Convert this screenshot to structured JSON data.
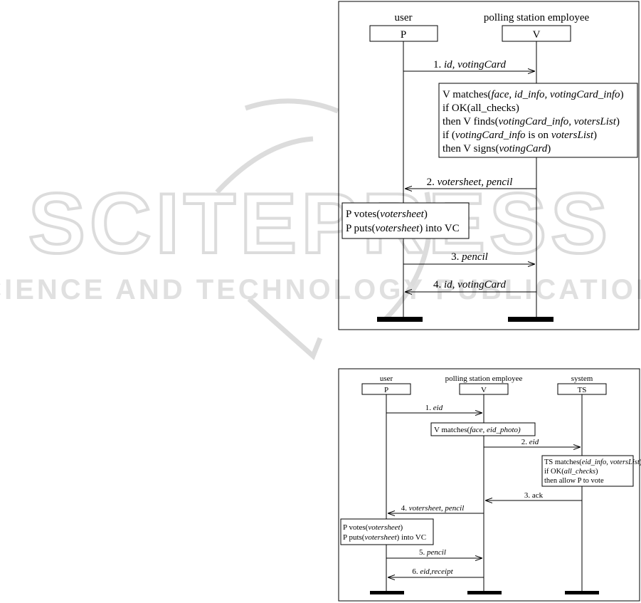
{
  "watermark": {
    "brand": "SCITEPRESS",
    "tagline": "SCIENCE AND TECHNOLOGY PUBLICATIONS",
    "color": "#d9d9d9"
  },
  "diagram1": {
    "actors": [
      {
        "role": "user",
        "box": "P"
      },
      {
        "role": "polling station employee",
        "box": "V"
      }
    ],
    "messages": [
      {
        "num": "1.",
        "text": "id, votingCard"
      },
      {
        "num": "2.",
        "text": "votersheet, pencil"
      },
      {
        "num": "3.",
        "text": "pencil"
      },
      {
        "num": "4.",
        "text": "id, votingCard"
      }
    ],
    "notes": [
      {
        "lines": [
          [
            {
              "t": "V matches("
            },
            {
              "t": "face, id_info, votingCard_info",
              "i": true
            },
            {
              "t": ")"
            }
          ],
          [
            {
              "t": "if OK(all_checks)"
            }
          ],
          [
            {
              "t": "then V finds("
            },
            {
              "t": "votingCard_info",
              "i": true
            },
            {
              "t": ", "
            },
            {
              "t": "votersList",
              "i": true
            },
            {
              "t": ")"
            }
          ],
          [
            {
              "t": "if ("
            },
            {
              "t": "votingCard_info",
              "i": true
            },
            {
              "t": " is on "
            },
            {
              "t": "votersList",
              "i": true
            },
            {
              "t": ")"
            }
          ],
          [
            {
              "t": "then V signs("
            },
            {
              "t": "votingCard",
              "i": true
            },
            {
              "t": ")"
            }
          ]
        ]
      },
      {
        "lines": [
          [
            {
              "t": "P votes("
            },
            {
              "t": "votersheet",
              "i": true
            },
            {
              "t": ")"
            }
          ],
          [
            {
              "t": "P puts("
            },
            {
              "t": "votersheet",
              "i": true
            },
            {
              "t": ") into VC"
            }
          ]
        ]
      }
    ]
  },
  "diagram2": {
    "actors": [
      {
        "role": "user",
        "box": "P"
      },
      {
        "role": "polling station employee",
        "box": "V"
      },
      {
        "role": "system",
        "box": "TS"
      }
    ],
    "messages": [
      {
        "num": "1.",
        "text": "eid"
      },
      {
        "num": "2.",
        "text": "eid"
      },
      {
        "num": "3.",
        "text": "ack"
      },
      {
        "num": "4.",
        "text": "votersheet, pencil"
      },
      {
        "num": "5.",
        "text": "pencil"
      },
      {
        "num": "6.",
        "text": "eid,receipt"
      }
    ],
    "notes": [
      {
        "lines": [
          [
            {
              "t": "V matches("
            },
            {
              "t": "face",
              "i": true
            },
            {
              "t": ", "
            },
            {
              "t": "eid_photo)",
              "i": true
            }
          ]
        ]
      },
      {
        "lines": [
          [
            {
              "t": "TS matches("
            },
            {
              "t": "eid_info",
              "i": true
            },
            {
              "t": ", "
            },
            {
              "t": "votersList",
              "i": true
            },
            {
              "t": ")"
            }
          ],
          [
            {
              "t": "if OK("
            },
            {
              "t": "all_checks",
              "i": true
            },
            {
              "t": ")"
            }
          ],
          [
            {
              "t": "then allow P to vote"
            }
          ]
        ]
      },
      {
        "lines": [
          [
            {
              "t": "P votes("
            },
            {
              "t": "votersheet",
              "i": true
            },
            {
              "t": ")"
            }
          ],
          [
            {
              "t": "P puts("
            },
            {
              "t": "votersheet",
              "i": true
            },
            {
              "t": ") into VC"
            }
          ]
        ]
      }
    ]
  }
}
